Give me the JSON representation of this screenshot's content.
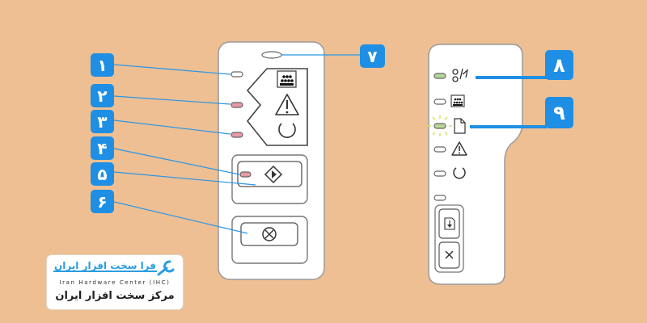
{
  "diagram": {
    "colors": {
      "background": "#EDBF93",
      "panel": "#ffffff",
      "callout_badge": "#1E8FE4",
      "callout_line": "#2a96e6",
      "led_red": "#e79aa6",
      "led_green": "#b5d898",
      "led_blink": "#cfe86a"
    },
    "left_panel": {
      "callouts": [
        {
          "label": "۱",
          "target": "toner-led"
        },
        {
          "label": "۲",
          "target": "attention-led"
        },
        {
          "label": "۳",
          "target": "ready-led"
        },
        {
          "label": "۴",
          "target": "go-led"
        },
        {
          "label": "۵",
          "target": "go-button"
        },
        {
          "label": "۶",
          "target": "cancel-button"
        },
        {
          "label": "۷",
          "target": "top-led"
        }
      ],
      "icons": [
        "toner-icon",
        "attention-icon",
        "ready-icon",
        "go-icon",
        "cancel-icon"
      ]
    },
    "right_panel": {
      "callouts": [
        {
          "label": "۸",
          "target": "wireless-led"
        },
        {
          "label": "۹",
          "target": "paper-led"
        }
      ],
      "icons": [
        "wireless-icon",
        "toner-icon",
        "paper-icon",
        "attention-icon",
        "ready-icon",
        "resume-icon",
        "cancel-icon"
      ]
    }
  },
  "logo": {
    "persian_top": "فرا سخت افزار ایران",
    "english": "Iran Hardware Center (IHC)",
    "persian_bottom": "مرکز سخت افزار ایران",
    "color": "#2a9de0"
  }
}
